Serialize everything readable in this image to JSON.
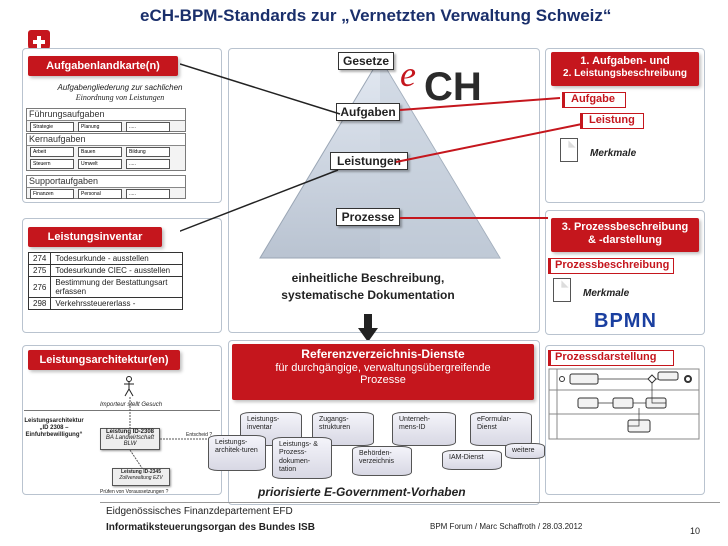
{
  "header": {
    "title": "eCH-BPM-Standards zur „Vernetzten Verwaltung Schweiz“"
  },
  "left": {
    "aufgabenlandkarte": "Aufgabenlandkarte(n)",
    "gliederung_line1": "Aufgabengliederung zur sachlichen",
    "gliederung_line2": "Einordnung von Leistungen",
    "groups": [
      {
        "title": "Führungsaufgaben",
        "cells": [
          "Strategie",
          "Planung",
          "....."
        ]
      },
      {
        "title": "Kernaufgaben",
        "cells": [
          "Arbeit",
          "Bauen",
          "Bildung"
        ],
        "cells2": [
          "Steuern",
          "Umwelt",
          "....."
        ]
      },
      {
        "title": "Supportaufgaben",
        "cells": [
          "Finanzen",
          "Personal",
          "....."
        ]
      }
    ],
    "leistungsinventar": "Leistungsinventar",
    "inventory": [
      {
        "num": "274",
        "text": "Todesurkunde - ausstellen"
      },
      {
        "num": "275",
        "text": "Todesurkunde CIEC - ausstellen"
      },
      {
        "num": "276",
        "text": "Bestimmung der Bestattungsart erfassen"
      },
      {
        "num": "298",
        "text": "Verkehrssteuererlass -"
      }
    ],
    "leistungsarchitektur": "Leistungsarchitektur(en)",
    "arch": {
      "importeur": "Importeur stellt Gesuch",
      "la_title": "Leistungsarchitektur „ID 2308 – Einfuhrbewilligung“",
      "id2308": "Leistung ID-2308",
      "id2308_sub": "BA Landwirtschaft BLW",
      "id2345": "Leistung ID-2345",
      "id2345_sub": "Zollverwaltung EZV",
      "pruefen": "Prüfen von Voraussetzungen ?",
      "entscheid": "Entscheid ?"
    }
  },
  "center": {
    "pyramid": [
      "Gesetze",
      "Aufgaben",
      "Leistungen",
      "Prozesse"
    ],
    "dokumentation_line1": "einheitliche Beschreibung,",
    "dokumentation_line2": "systematische Dokumentation",
    "referenz_title": "Referenzverzeichnis-Dienste",
    "referenz_sub1": "für durchgängige, verwaltungsübergreifende",
    "referenz_sub2": "Prozesse",
    "services": [
      "Leistungs-inventar",
      "Zugangs-strukturen",
      "Unterneh-mens-ID",
      "eFormular-Dienst",
      "Leistungs-architek-turen",
      "Leistungs- & Prozess-dokumen-tation",
      "Behörden-verzeichnis",
      "IAM-Dienst",
      "weitere"
    ],
    "vorhaben": "priorisierte E-Government-Vorhaben"
  },
  "right": {
    "aufgaben_line1": "1.  Aufgaben- und",
    "aufgaben_line2": "2. Leistungsbeschreibung",
    "aufgabe": "Aufgabe",
    "leistung": "Leistung",
    "merkmale1": "Merkmale",
    "prozessbeschreibung_line1": "3. Prozessbeschreibung",
    "prozessbeschreibung_line2": "& -darstellung",
    "prozessbeschreibung": "Prozessbeschreibung",
    "merkmale2": "Merkmale",
    "bpmn": "BPMN",
    "prozessdarstellung": "Prozessdarstellung"
  },
  "footer": {
    "dept": "Eidgenössisches Finanzdepartement EFD",
    "org": "Informatiksteuerungsorgan des Bundes ISB",
    "event": "BPM Forum / Marc Schaffroth / 28.03.2012",
    "page": "10"
  },
  "colors": {
    "accent_red": "#c5161d",
    "navy": "#1a2f6b"
  }
}
